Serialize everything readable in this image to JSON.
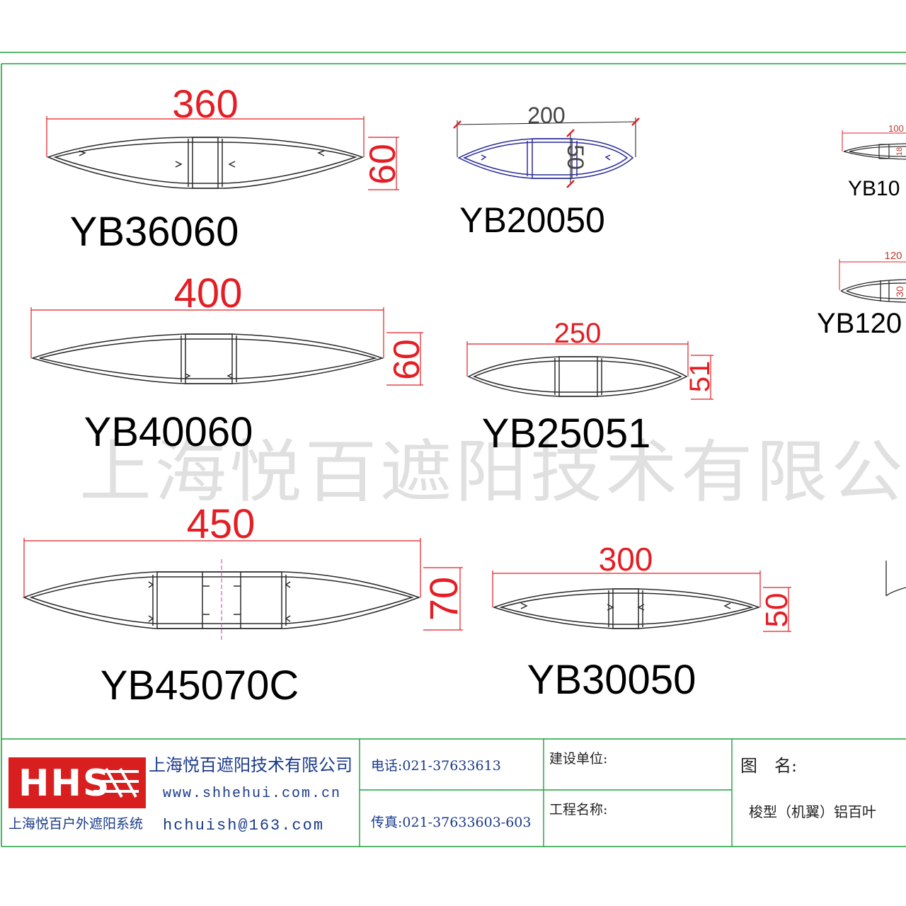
{
  "watermark": "上海悦百遮阳技术有限公",
  "profiles": [
    {
      "model": "YB36060",
      "length": "360",
      "height": "60"
    },
    {
      "model": "YB20050",
      "length": "200",
      "height": "50"
    },
    {
      "model": "YB10",
      "length": "100",
      "height": "18"
    },
    {
      "model": "YB120",
      "length": "120",
      "height": "30"
    },
    {
      "model": "YB40060",
      "length": "400",
      "height": "60"
    },
    {
      "model": "YB25051",
      "length": "250",
      "height": "51"
    },
    {
      "model": "YB45070C",
      "length": "450",
      "height": "70"
    },
    {
      "model": "YB30050",
      "length": "300",
      "height": "50"
    }
  ],
  "title_block": {
    "logo_text": "HHS",
    "logo_caption": "上海悦百户外遮阳系统",
    "company_name": "上海悦百遮阳技术有限公司",
    "website": "www.shhehui.com.cn",
    "email": "hchuish@163.com",
    "phone": "电话:021-37633613",
    "fax": "传真:021-37633603-603",
    "client_label": "建设单位:",
    "project_label": "工程名称:",
    "drawing_label": "图　名:",
    "drawing_name": "梭型（机翼）铝百叶"
  },
  "colors": {
    "frame": "#1aa33c",
    "dimension": "#e31e24",
    "outline": "#2a2a2a",
    "outline_blue": "#2c2c9c",
    "logo_red": "#d81e1e",
    "title_text": "#1a3a8a"
  }
}
